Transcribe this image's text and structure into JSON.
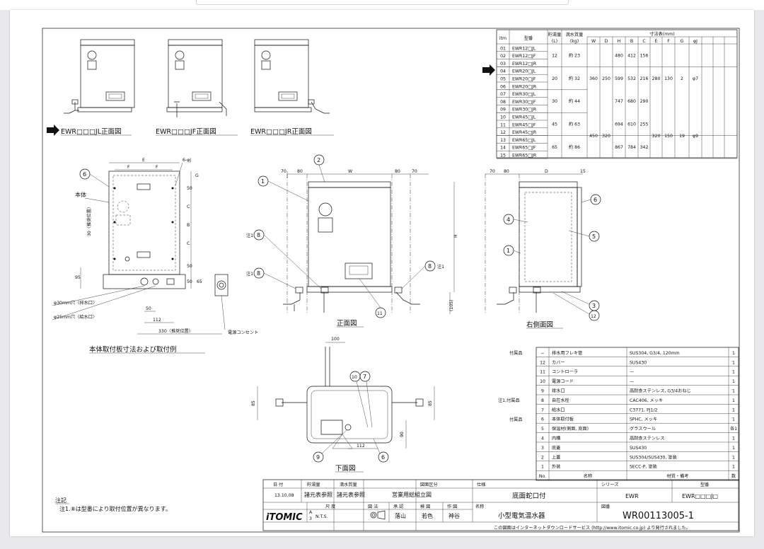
{
  "views": {
    "front_jl_caption": "EWR□□□JL正面図",
    "front_jf_caption": "EWR□□□JF正面図",
    "front_jr_caption": "EWR□□□JR正面図",
    "mount_plate_caption": "本体取付板寸法および取付例",
    "front_caption": "正面図",
    "right_side_caption": "右側面図",
    "bottom_caption": "下面図"
  },
  "mount_plate": {
    "label_honta": "本体",
    "dim_E": "E",
    "dim_F1": "F",
    "dim_F2": "F",
    "hole_note": "6-φJ",
    "dim_G": "G",
    "dim_50a": "50",
    "dim_C1": "C",
    "dim_B": "B",
    "dim_C2": "C",
    "dim_50b": "50",
    "dim_50c": "50",
    "dim_65": "65",
    "dim_95": "95",
    "recommended_30": "30〈推奨位置〉",
    "drain_hole": "φ30mm穴〈排水口〉",
    "supply_hole": "φ25mm穴〈給水口〉",
    "dim_50d": "50",
    "dim_112": "112",
    "dim_330": "330〈推奨位置〉",
    "outlet": "電源コンセント"
  },
  "front_view": {
    "dim_70a": "70",
    "dim_80a": "80",
    "dim_W": "W",
    "dim_80b": "80",
    "dim_70b": "70",
    "dim_H": "H",
    "dim_105": "(105)",
    "note_left_a": "注1",
    "note_left_b": "注1",
    "note_right": "注1"
  },
  "side_view": {
    "dim_70": "70",
    "dim_80": "80",
    "dim_D": "D",
    "dim_15": "15"
  },
  "bottom_view": {
    "dim_100": "100",
    "dim_85a": "85",
    "dim_85b": "85",
    "dim_90": "90",
    "dim_112": "112"
  },
  "balloons": [
    "1",
    "2",
    "3",
    "4",
    "5",
    "6",
    "7",
    "8",
    "9",
    "10",
    "11",
    "12"
  ],
  "spec_table": {
    "header": {
      "itm": "itm",
      "model": "型番",
      "capacity": "貯湯量",
      "capacity_unit": "(L)",
      "weight": "満水質量",
      "weight_unit": "(kg)",
      "dims_title": "寸法表(mm)",
      "cols": [
        "W",
        "D",
        "H",
        "B",
        "C",
        "E",
        "F",
        "G",
        "φJ"
      ]
    },
    "rows": [
      {
        "itm": "01",
        "model": "EWR12□JL"
      },
      {
        "itm": "02",
        "model": "EWR12□JF"
      },
      {
        "itm": "03",
        "model": "EWR12□JR"
      },
      {
        "itm": "04",
        "model": "EWR20□JL"
      },
      {
        "itm": "05",
        "model": "EWR20□JF"
      },
      {
        "itm": "06",
        "model": "EWR20□JR"
      },
      {
        "itm": "07",
        "model": "EWR30□JL"
      },
      {
        "itm": "08",
        "model": "EWR30□JF"
      },
      {
        "itm": "09",
        "model": "EWR30□JR"
      },
      {
        "itm": "10",
        "model": "EWR45□JL"
      },
      {
        "itm": "11",
        "model": "EWR45□JF"
      },
      {
        "itm": "12",
        "model": "EWR45□JR"
      },
      {
        "itm": "13",
        "model": "EWR65□JL"
      },
      {
        "itm": "14",
        "model": "EWR65□JF"
      },
      {
        "itm": "15",
        "model": "EWR65□JR"
      }
    ],
    "groups": [
      {
        "cap": "12",
        "wt": "約 23",
        "H": "480",
        "B": "412",
        "C": "156"
      },
      {
        "cap": "20",
        "wt": "約 32",
        "H": "599",
        "B": "532",
        "C": "216"
      },
      {
        "cap": "30",
        "wt": "約 44",
        "H": "747",
        "B": "680",
        "C": "290"
      },
      {
        "cap": "45",
        "wt": "約 63",
        "H": "694",
        "B": "610",
        "C": "255"
      },
      {
        "cap": "65",
        "wt": "約 86",
        "H": "867",
        "B": "784",
        "C": "342"
      }
    ],
    "shared_small": {
      "W": "360",
      "D": "250",
      "E": "280",
      "F": "130",
      "G": "2",
      "J": "φ7"
    },
    "shared_large": {
      "W": "450",
      "D": "320",
      "E": "320",
      "F": "150",
      "G": "19",
      "J": "φ9"
    }
  },
  "parts_table": {
    "label_accessory1": "付属品",
    "label_note_accessory": "注1,付属品",
    "label_accessory2": "付属品",
    "rows": [
      {
        "no": "−",
        "name": "排水用フレキ管",
        "material": "SUS304, G3/4, 120mm",
        "qty": "1"
      },
      {
        "no": "12",
        "name": "カバー",
        "material": "SUS430",
        "qty": "1"
      },
      {
        "no": "11",
        "name": "コントローラ",
        "material": "—",
        "qty": "1"
      },
      {
        "no": "10",
        "name": "電源コード",
        "material": "—",
        "qty": "1"
      },
      {
        "no": "9",
        "name": "排水口",
        "material": "高耐食ステンレス, G3/4おねじ",
        "qty": "1"
      },
      {
        "no": "8",
        "name": "自在水栓",
        "material": "CAC406, メッキ",
        "qty": "1"
      },
      {
        "no": "7",
        "name": "給水口",
        "material": "C3771, PJ1/2",
        "qty": "1"
      },
      {
        "no": "6",
        "name": "本体取付板",
        "material": "SPHC, メッキ",
        "qty": "1"
      },
      {
        "no": "5",
        "name": "保温材(側面, 底面)",
        "material": "グラスウール",
        "qty": "各1"
      },
      {
        "no": "4",
        "name": "内槽",
        "material": "高耐食ステンレス",
        "qty": "1"
      },
      {
        "no": "3",
        "name": "底蓋",
        "material": "SUS430",
        "qty": "1"
      },
      {
        "no": "2",
        "name": "上蓋",
        "material": "SUS304/SUS430, 塗装",
        "qty": "1"
      },
      {
        "no": "1",
        "name": "外装",
        "material": "SECC-P, 塗装",
        "qty": "1"
      }
    ],
    "footer": {
      "no": "No.",
      "name": "名称",
      "material": "材質・備考",
      "qty": "数"
    }
  },
  "title_block": {
    "date_label": "日 付",
    "date": "13.10.08",
    "capacity_label": "貯湯量",
    "capacity_value": "諸元表参照",
    "weight_label": "満水質量",
    "weight_value": "諸元表参照",
    "drawing_class_label": "図面区分",
    "drawing_class_value": "営業用総組立図",
    "spec_label": "仕様",
    "spec_value": "底面蛇口付",
    "series_label": "シリーズ",
    "series_value": "EWR",
    "model_label": "型番",
    "model_value": "EWR□□□J□",
    "logo": "iTOMIC",
    "scale_label": "尺 度",
    "scale_value": "N.T.S.",
    "size_prefix_a": "A",
    "size_prefix_3": "3",
    "projection_label": "図 法",
    "approve_label": "承 認",
    "approve_value": "落山",
    "check_label": "検 図",
    "check_value": "若色",
    "draw_label": "作 図",
    "draw_value": "神谷",
    "name_label": "名称",
    "name_value": "小型電気温水器",
    "drawing_no_label": "図番",
    "drawing_no": "WR00113005-1",
    "footer_note": "この図面はインターネットダウンロードサービス (http://www.itomic.co.jp) より発行されました。"
  },
  "notes": {
    "title": "注記",
    "line1": "注1.⑧は型番により取付位置が異なります。"
  }
}
